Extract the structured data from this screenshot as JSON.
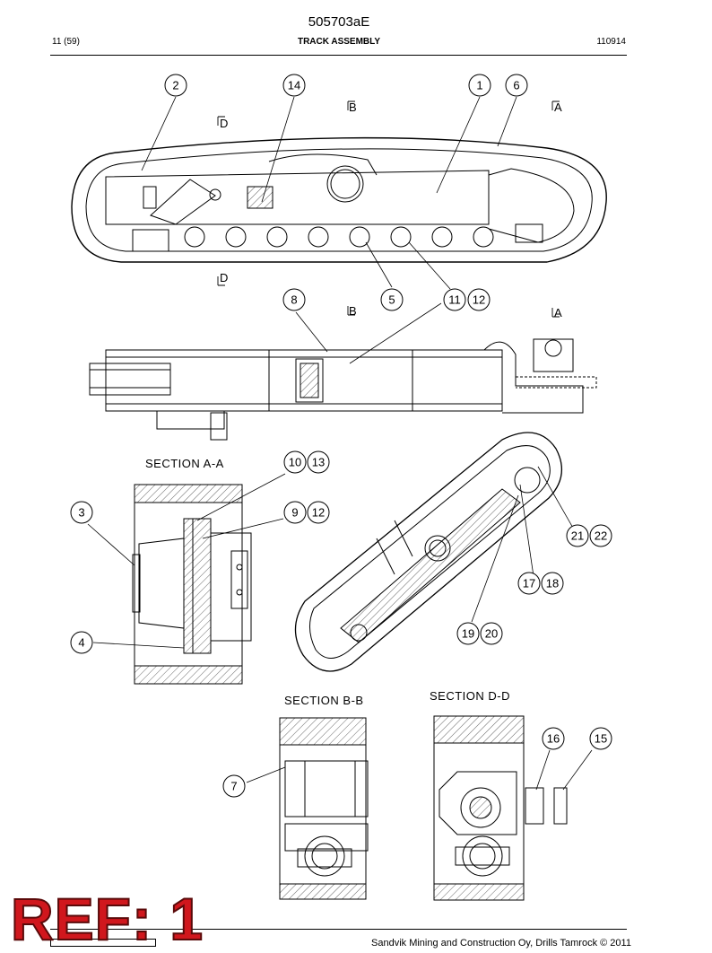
{
  "header": {
    "doc_number": "505703aE",
    "page": "11 (59)",
    "title": "TRACK ASSEMBLY",
    "code": "110914"
  },
  "callouts": [
    "1",
    "2",
    "3",
    "4",
    "5",
    "6",
    "7",
    "8",
    "9",
    "10",
    "11",
    "12",
    "13",
    "14",
    "15",
    "16",
    "17",
    "18",
    "19",
    "20",
    "21",
    "22"
  ],
  "section_markers": [
    "A",
    "B",
    "D"
  ],
  "section_labels": {
    "aa": "SECTION  A-A",
    "bb": "SECTION  B-B",
    "dd": "SECTION  D-D"
  },
  "stamp": "REF: 1",
  "footer": {
    "copyright": "Sandvik Mining and Construction Oy, Drills Tamrock © 2011"
  }
}
